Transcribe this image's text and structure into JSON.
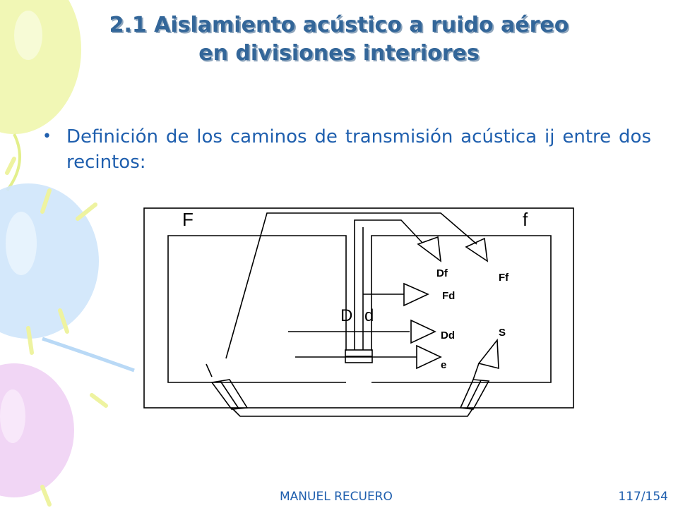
{
  "slide": {
    "title_line1": "2.1 Aislamiento acústico a ruido aéreo",
    "title_line2": "en divisiones interiores",
    "bullet_marker": "•",
    "bullet_text": "Definición de los caminos de transmisión acústica ij entre dos recintos:"
  },
  "diagram": {
    "label_F": "F",
    "label_f": "f",
    "label_D": "D",
    "label_d": "d",
    "label_Df": "Df",
    "label_Ff": "Ff",
    "label_Fd": "Fd",
    "label_Dd": "Dd",
    "label_S": "S",
    "label_e": "e"
  },
  "footer": {
    "author": "MANUEL RECUERO",
    "page": "117/154"
  },
  "colors": {
    "title": "#336699",
    "body_text": "#1f5fae",
    "balloon_yellow": "#eef6a8",
    "balloon_blue": "#cfe6fb",
    "balloon_pink": "#f0d2f4"
  }
}
